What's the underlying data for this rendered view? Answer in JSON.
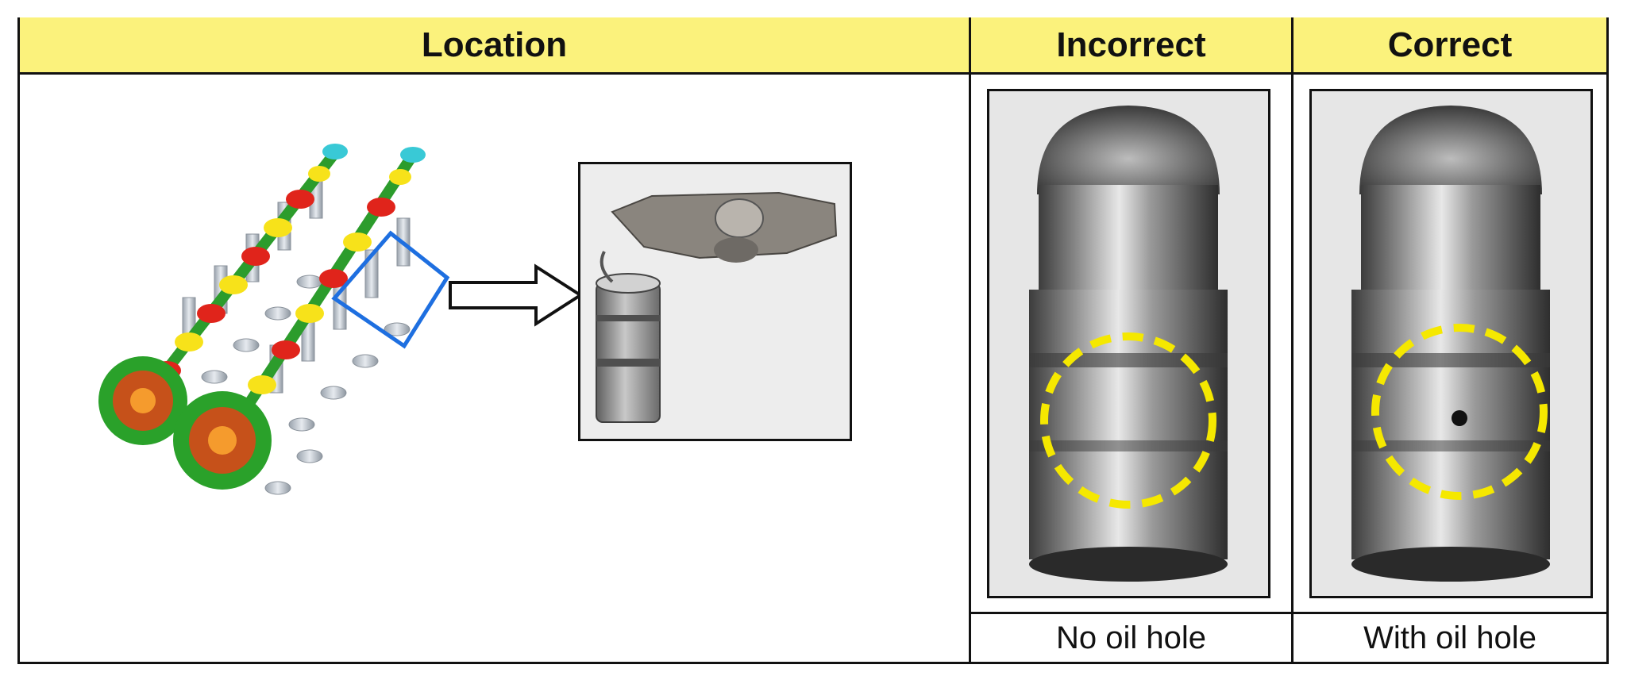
{
  "table": {
    "headers": {
      "location": "Location",
      "incorrect": "Incorrect",
      "correct": "Correct"
    },
    "captions": {
      "incorrect": "No oil hole",
      "correct": "With oil hole"
    }
  },
  "colors": {
    "header_background": "#fbf27c",
    "highlight_circle": "#f5e800",
    "selection_box": "#1e6fe0"
  },
  "illustrations": {
    "location": [
      "camshaft-assembly-image",
      "selection-box",
      "arrow-icon",
      "rocker-arm-lifter-photo"
    ],
    "incorrect": "lifter-without-oil-hole-photo",
    "correct": "lifter-with-oil-hole-photo"
  }
}
